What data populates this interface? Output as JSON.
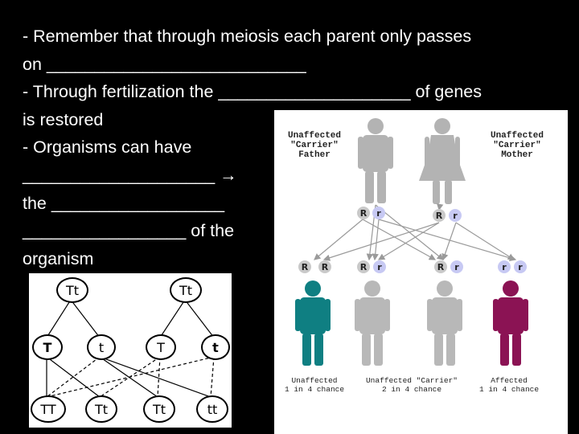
{
  "slide": {
    "lines": [
      "- Remember that through meiosis each parent only passes",
      "on ___________________________",
      "- Through fertilization the ____________________ of genes",
      "is restored",
      "- Organisms can have",
      "____________________ →",
      "the __________________",
      "_________________ of the",
      "organism"
    ]
  },
  "punnett": {
    "parents": [
      "Tt",
      "Tt"
    ],
    "gametes": [
      "T",
      "t",
      "T",
      "t"
    ],
    "offspring": [
      "TT",
      "Tt",
      "Tt",
      "tt"
    ]
  },
  "pedigree": {
    "father": {
      "line1": "Unaffected",
      "line2": "\"Carrier\"",
      "line3": "Father",
      "alleles": [
        "R",
        "r"
      ]
    },
    "mother": {
      "line1": "Unaffected",
      "line2": "\"Carrier\"",
      "line3": "Mother",
      "alleles": [
        "R",
        "r"
      ]
    },
    "children": [
      {
        "alleles": [
          "R",
          "R"
        ],
        "color": "#0f7f82",
        "line1": "Unaffected",
        "line2": "1 in 4 chance"
      },
      {
        "alleles": [
          "R",
          "r"
        ],
        "color": "#b8b8b8",
        "line1": "Unaffected \"Carrier\"",
        "line2": "2 in 4 chance"
      },
      {
        "alleles": [
          "R",
          "r"
        ],
        "color": "#b8b8b8",
        "line1": "",
        "line2": ""
      },
      {
        "alleles": [
          "r",
          "r"
        ],
        "color": "#8b1354",
        "line1": "Affected",
        "line2": "1 in 4 chance"
      }
    ],
    "colors": {
      "parent": "#b3b3b3",
      "dominant_allele": "#c9c9c9",
      "recessive_allele": "#c7c9f3",
      "arrow": "#9a9a9a"
    }
  }
}
